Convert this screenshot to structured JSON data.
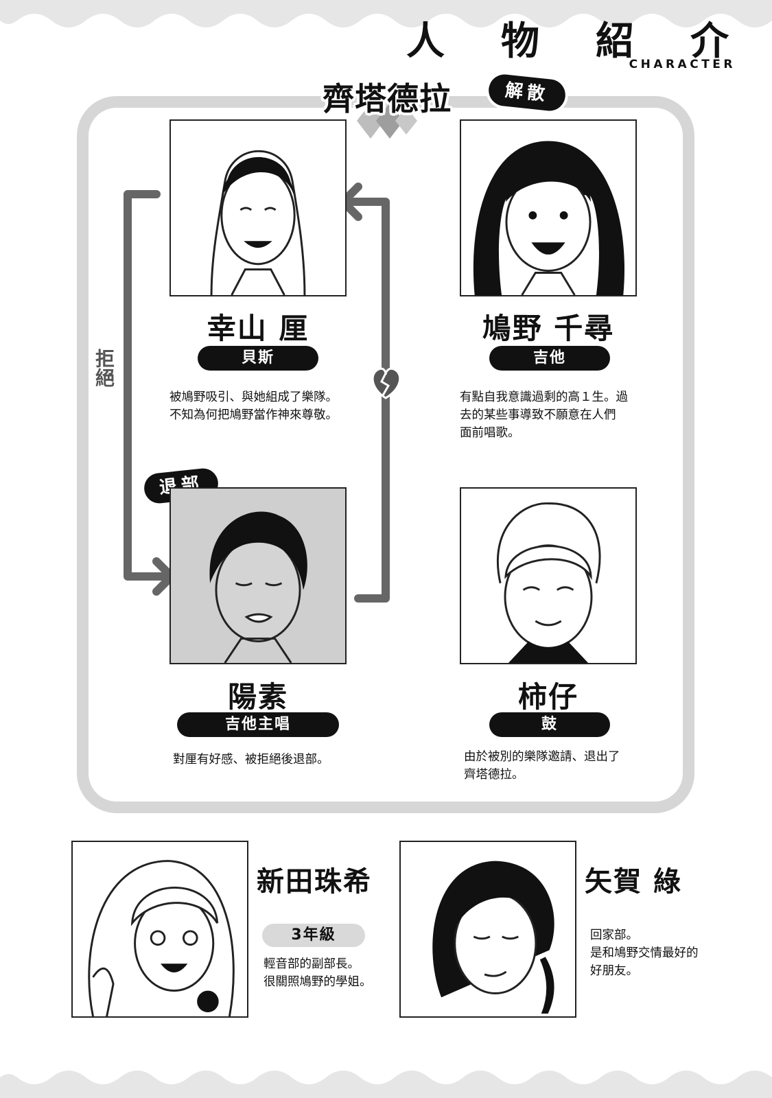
{
  "header": {
    "title_chars": [
      "人",
      "物",
      "紹",
      "介"
    ],
    "subtitle": "CHARACTER"
  },
  "band": {
    "name": "齊塔德拉",
    "status": "解散"
  },
  "relations": {
    "reject_label": "拒絕"
  },
  "characters": [
    {
      "name": "幸山 厘",
      "role": "貝斯",
      "desc": "被鳩野吸引、與她組成了樂隊。\n不知為何把鳩野當作神來尊敬。"
    },
    {
      "name": "鳩野 千尋",
      "role": "吉他",
      "desc": "有點自我意識過剩的高１生。過\n去的某些事導致不願意在人們\n面前唱歌。"
    },
    {
      "name": "陽素",
      "role": "吉他主唱",
      "badge": "退部",
      "desc": "對厘有好感、被拒絕後退部。"
    },
    {
      "name": "柿仔",
      "role": "鼓",
      "desc": "由於被別的樂隊邀請、退出了\n齊塔德拉。"
    }
  ],
  "others": [
    {
      "name": "新田珠希",
      "role": "3年級",
      "desc": "輕音部的副部長。\n很關照鳩野的學姐。"
    },
    {
      "name": "矢賀 綠",
      "desc": "回家部。\n是和鳩野交情最好的\n好朋友。"
    }
  ],
  "colors": {
    "ink": "#111111",
    "frame": "#d6d6d6",
    "arrow": "#666666",
    "wave": "#e6e6e6"
  }
}
